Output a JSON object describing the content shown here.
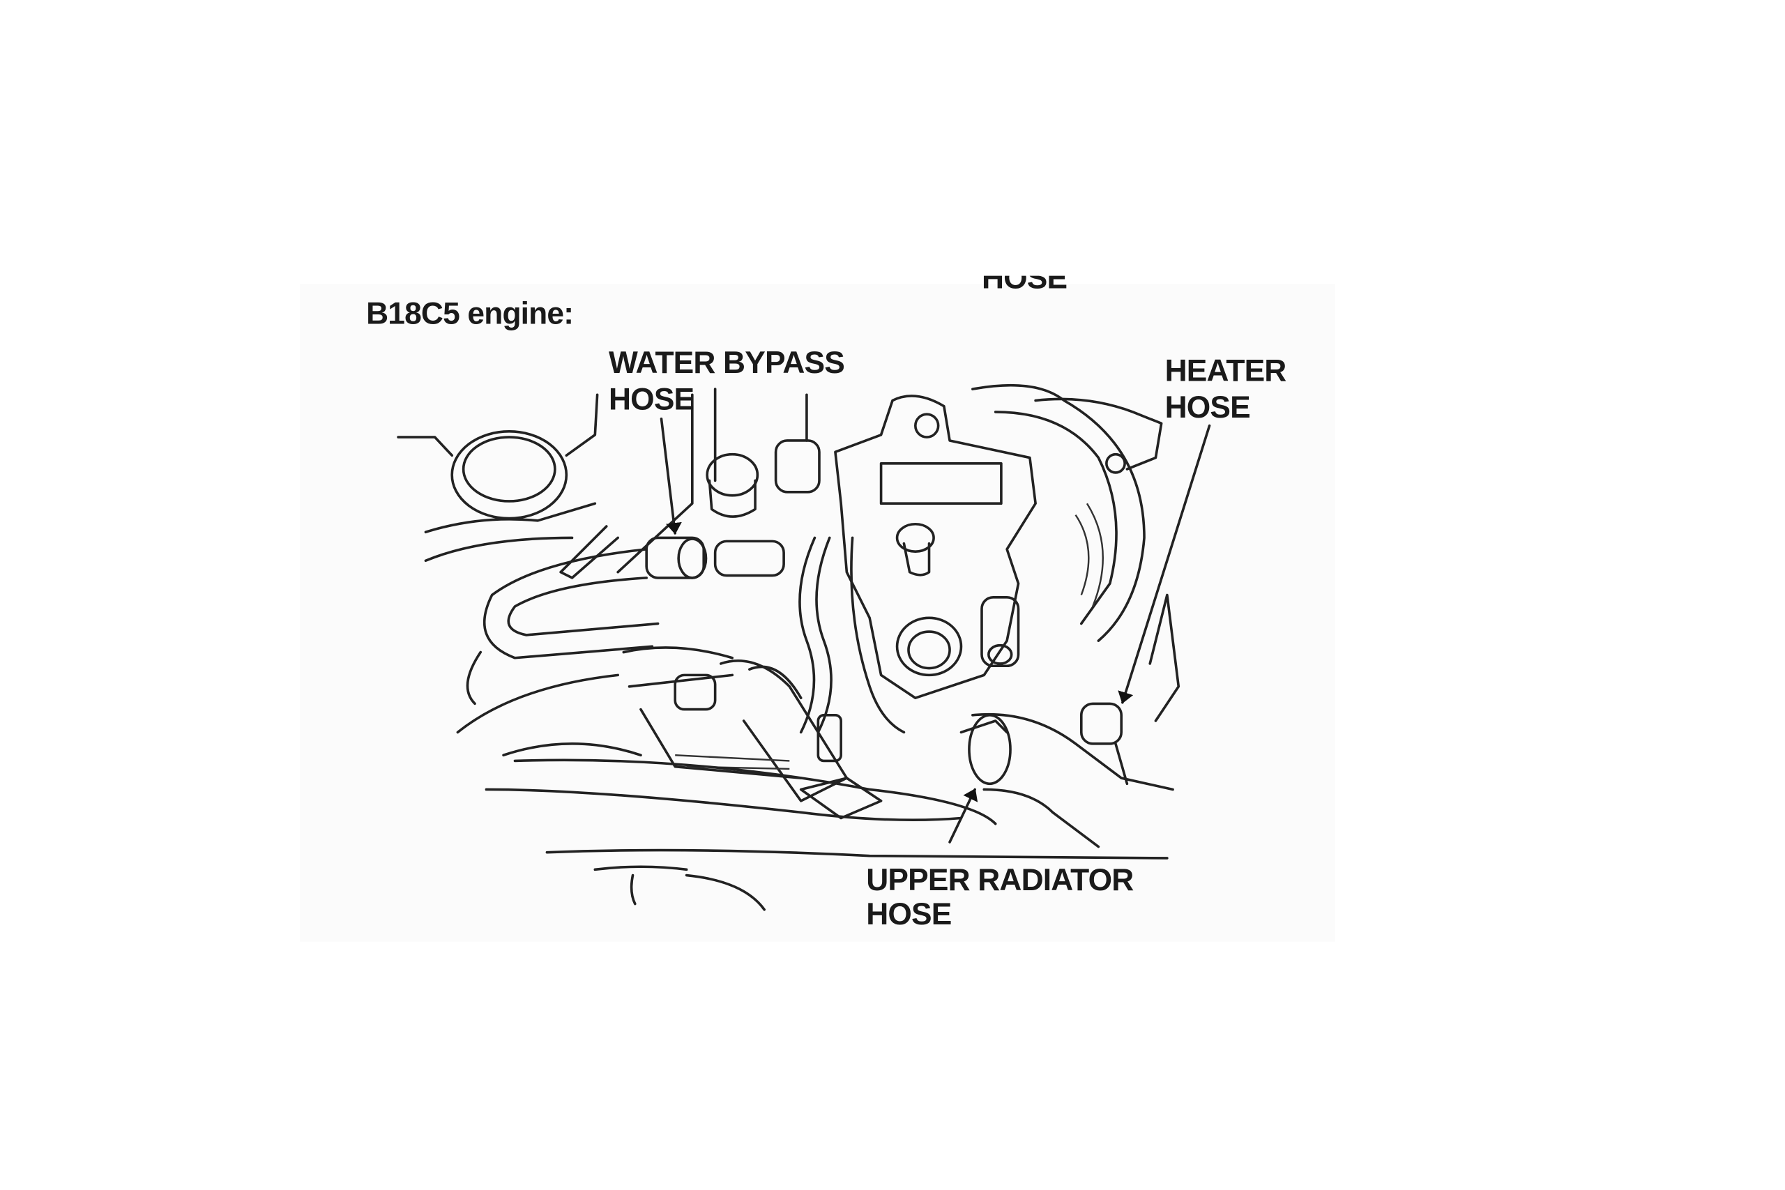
{
  "figure": {
    "title": "B18C5 engine:",
    "cut_label": "HOSE",
    "labels": {
      "water_bypass_line1": "WATER BYPASS",
      "water_bypass_line2": "HOSE",
      "heater_line1": "HEATER",
      "heater_line2": "HOSE",
      "upper_radiator_line1": "UPPER RADIATOR",
      "upper_radiator_line2": "HOSE"
    }
  }
}
